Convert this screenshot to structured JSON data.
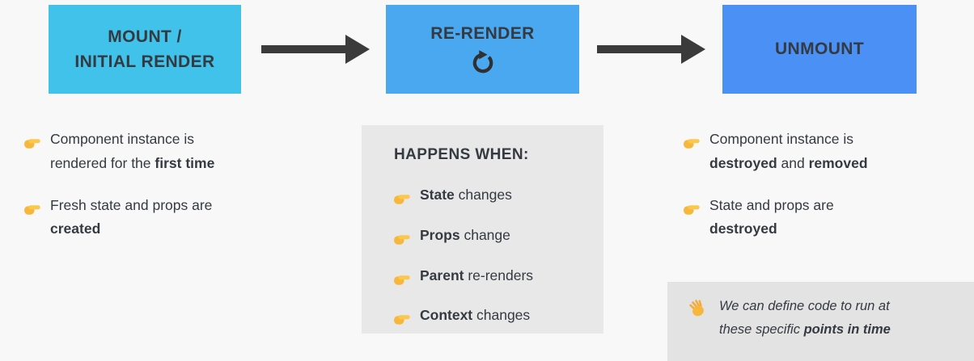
{
  "colors": {
    "background": "#f8f8f8",
    "box_mount": "#40c2ea",
    "box_rerender": "#4aa8f0",
    "box_unmount": "#4a90f5",
    "panel_gray": "#e8e8e8",
    "note_gray": "#e3e3e3",
    "text_dark": "#343a40",
    "arrow_dark": "#3b3b3b",
    "hand_yellow": "#f6b73c"
  },
  "icons": {
    "bullet": "pointing-finger-icon",
    "cycle": "clockwise-cycle-icon",
    "note": "waving-hand-icon"
  },
  "flow": {
    "mount": {
      "label": "MOUNT /\nINITIAL RENDER"
    },
    "rerender": {
      "label": "RE-RENDER"
    },
    "unmount": {
      "label": "UNMOUNT"
    }
  },
  "left_column": {
    "bullets": [
      {
        "segments": [
          {
            "t": "Component instance is\nrendered for the ",
            "b": false
          },
          {
            "t": "first time",
            "b": true
          }
        ]
      },
      {
        "segments": [
          {
            "t": "Fresh state and props are\n",
            "b": false
          },
          {
            "t": "created",
            "b": true
          }
        ]
      }
    ]
  },
  "middle_panel": {
    "title": "HAPPENS WHEN:",
    "bullets": [
      {
        "segments": [
          {
            "t": "State",
            "b": true
          },
          {
            "t": " changes",
            "b": false
          }
        ]
      },
      {
        "segments": [
          {
            "t": "Props",
            "b": true
          },
          {
            "t": " change",
            "b": false
          }
        ]
      },
      {
        "segments": [
          {
            "t": "Parent",
            "b": true
          },
          {
            "t": " re-renders",
            "b": false
          }
        ]
      },
      {
        "segments": [
          {
            "t": "Context",
            "b": true
          },
          {
            "t": " changes",
            "b": false
          }
        ]
      }
    ]
  },
  "right_column": {
    "bullets": [
      {
        "segments": [
          {
            "t": "Component instance is\n",
            "b": false
          },
          {
            "t": "destroyed",
            "b": true
          },
          {
            "t": " and ",
            "b": false
          },
          {
            "t": "removed",
            "b": true
          }
        ]
      },
      {
        "segments": [
          {
            "t": "State and props are\n",
            "b": false
          },
          {
            "t": "destroyed",
            "b": true
          }
        ]
      }
    ]
  },
  "note": {
    "segments": [
      {
        "t": "We can define code to run at\nthese specific ",
        "b": false
      },
      {
        "t": "points in time",
        "b": true
      }
    ]
  }
}
